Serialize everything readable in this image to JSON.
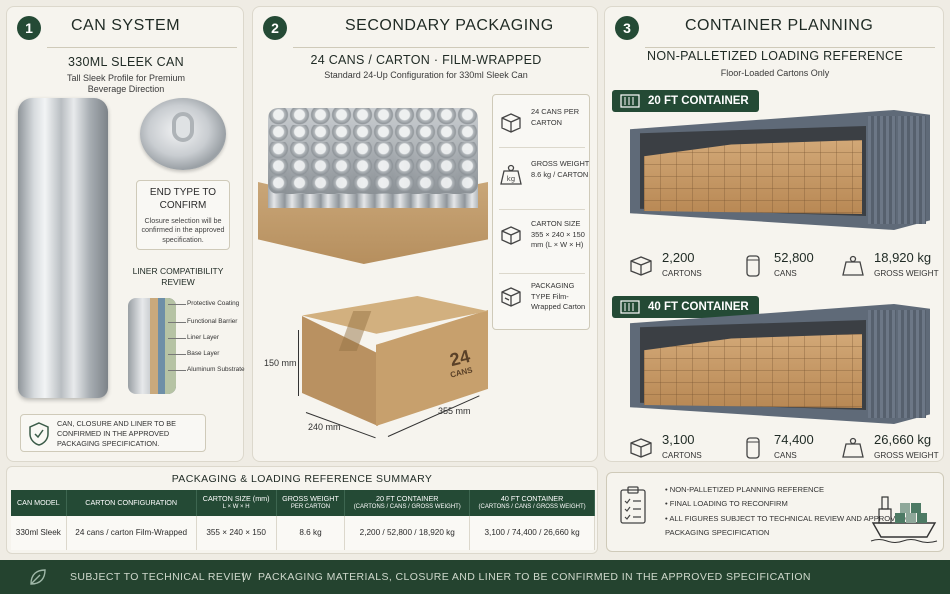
{
  "panels": {
    "can_system": {
      "step": "1",
      "title": "CAN SYSTEM",
      "subtitle": "330ML SLEEK CAN",
      "desc": "Tall Sleek Profile for Premium Beverage Direction",
      "end_type_title": "END TYPE TO CONFIRM",
      "end_type_desc": "Closure selection will be confirmed in the approved specification.",
      "liner_title": "LINER COMPATIBILITY REVIEW",
      "liner_layers": [
        "Protective Coating",
        "Functional Barrier",
        "Liner Layer",
        "Base Layer",
        "Aluminum Substrate"
      ],
      "confirm_note": "CAN, CLOSURE AND LINER TO BE CONFIRMED IN THE APPROVED PACKAGING SPECIFICATION."
    },
    "secondary_packaging": {
      "step": "2",
      "title": "SECONDARY PACKAGING",
      "subtitle": "24 CANS / CARTON · FILM-WRAPPED",
      "desc": "Standard 24-Up Configuration for 330ml Sleek Can",
      "carton_number": "24",
      "carton_label": "CANS",
      "dim_height": "150 mm",
      "dim_width": "240 mm",
      "dim_length": "355 mm",
      "specs": [
        {
          "icon": "box-icon",
          "text": "24 CANS PER CARTON"
        },
        {
          "icon": "weight-icon",
          "text": "GROSS WEIGHT 8.6 kg / CARTON"
        },
        {
          "icon": "ruler-box-icon",
          "text": "CARTON SIZE 355 × 240 × 150 mm (L × W × H)"
        },
        {
          "icon": "wrap-box-icon",
          "text": "PACKAGING TYPE Film-Wrapped Carton"
        }
      ]
    },
    "container_planning": {
      "step": "3",
      "title": "CONTAINER PLANNING",
      "subtitle": "NON-PALLETIZED LOADING REFERENCE",
      "desc": "Floor-Loaded Cartons Only",
      "containers": [
        {
          "name": "20 FT CONTAINER",
          "cartons": "2,200",
          "cans": "52,800",
          "weight": "18,920 kg"
        },
        {
          "name": "40 FT CONTAINER",
          "cartons": "3,100",
          "cans": "74,400",
          "weight": "26,660 kg"
        }
      ],
      "labels": {
        "cartons": "CARTONS",
        "cans": "CANS",
        "weight": "GROSS WEIGHT"
      }
    }
  },
  "summary": {
    "title": "PACKAGING & LOADING REFERENCE SUMMARY",
    "headers": [
      {
        "main": "CAN MODEL",
        "sub": ""
      },
      {
        "main": "CARTON CONFIGURATION",
        "sub": ""
      },
      {
        "main": "CARTON SIZE (mm)",
        "sub": "L × W × H"
      },
      {
        "main": "GROSS WEIGHT",
        "sub": "PER CARTON"
      },
      {
        "main": "20 FT CONTAINER",
        "sub": "(CARTONS / CANS / GROSS WEIGHT)"
      },
      {
        "main": "40 FT CONTAINER",
        "sub": "(CARTONS / CANS / GROSS WEIGHT)"
      }
    ],
    "row": [
      "330ml Sleek",
      "24 cans / carton Film-Wrapped",
      "355 × 240 × 150",
      "8.6 kg",
      "2,200 / 52,800 / 18,920 kg",
      "3,100 / 74,400 / 26,660 kg"
    ]
  },
  "notes": [
    "NON-PALLETIZED PLANNING REFERENCE",
    "FINAL LOADING TO RECONFIRM",
    "ALL FIGURES SUBJECT TO TECHNICAL REVIEW AND APPROVED PACKAGING SPECIFICATION"
  ],
  "footer": {
    "left": "SUBJECT TO TECHNICAL REVIEW",
    "separator": "|",
    "right": "PACKAGING MATERIALS, CLOSURE AND LINER TO BE CONFIRMED IN THE APPROVED SPECIFICATION"
  },
  "colors": {
    "accent": "#244a35",
    "panel": "#f6f4ee",
    "carton": "#c7a06d"
  }
}
